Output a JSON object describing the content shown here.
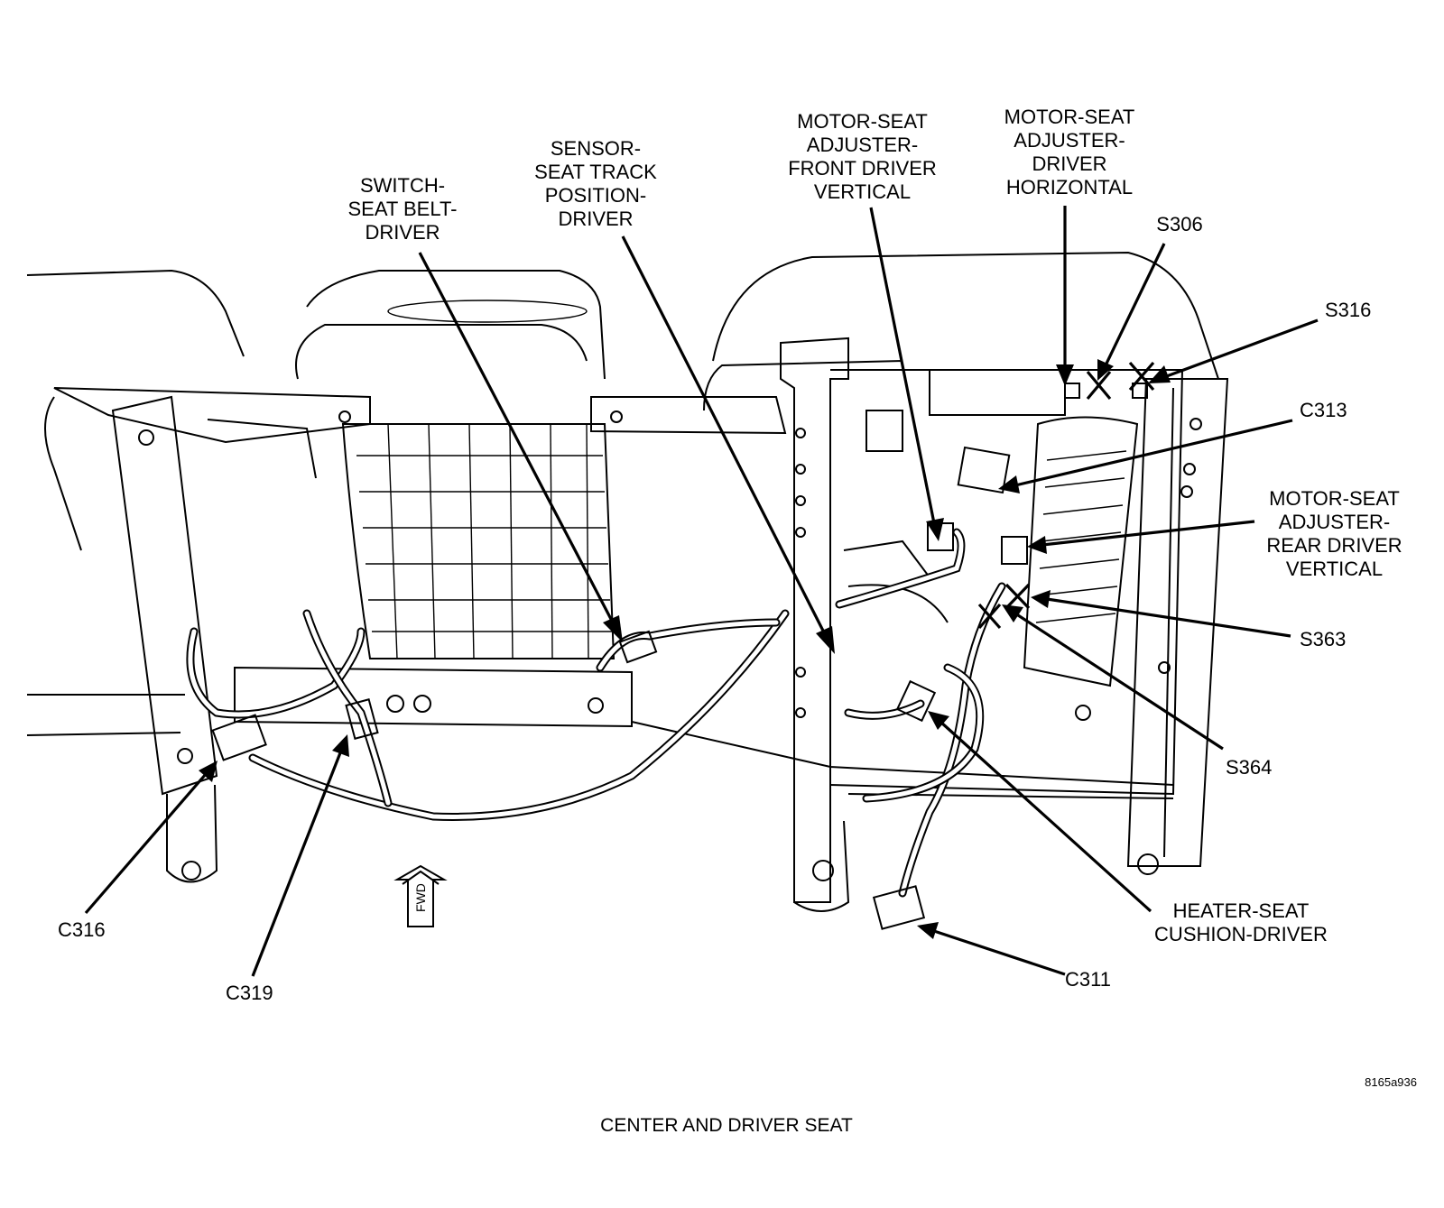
{
  "diagram": {
    "caption": "CENTER AND DRIVER SEAT",
    "figure_code": "8165a936",
    "fwd_label": "FWD",
    "labels": {
      "switch_seat_belt": [
        "SWITCH-",
        "SEAT BELT-",
        "DRIVER"
      ],
      "sensor_seat_track": [
        "SENSOR-",
        "SEAT TRACK",
        "POSITION-",
        "DRIVER"
      ],
      "motor_front_vertical": [
        "MOTOR-SEAT",
        "ADJUSTER-",
        "FRONT DRIVER",
        "VERTICAL"
      ],
      "motor_horizontal": [
        "MOTOR-SEAT",
        "ADJUSTER-",
        "DRIVER",
        "HORIZONTAL"
      ],
      "s306": "S306",
      "s316": "S316",
      "c313": "C313",
      "motor_rear_vertical": [
        "MOTOR-SEAT",
        "ADJUSTER-",
        "REAR DRIVER",
        "VERTICAL"
      ],
      "s363": "S363",
      "s364": "S364",
      "heater_seat_cushion": [
        "HEATER-SEAT",
        "CUSHION-DRIVER"
      ],
      "c311": "C311",
      "c316": "C316",
      "c319": "C319"
    }
  }
}
